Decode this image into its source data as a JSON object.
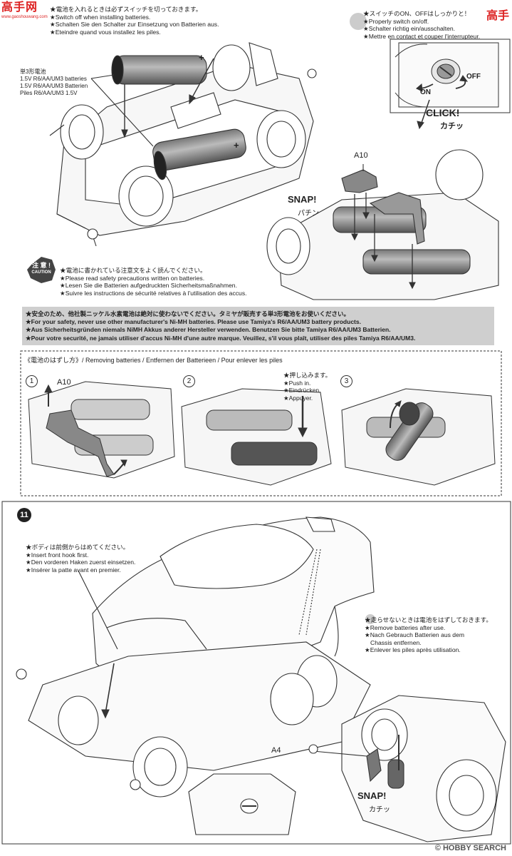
{
  "watermark": {
    "left_logo_text": "高手网",
    "left_logo_url": "www.gaoshouwang.com",
    "right_logo_text": "高手",
    "bottom_logo": "HOBBY SEARCH",
    "bottom_prefix": "© "
  },
  "install": {
    "notes": [
      "★電池を入れるときは必ずスイッチを切っておきます。",
      "★Switch off when installing batteries.",
      "★Schalten Sie den Schalter zur Einsetzung von Batterien aus.",
      "★Eteindre quand vous installez les piles."
    ],
    "battery_label": [
      "単3形電池",
      "1.5V R6/AA/UM3 batteries",
      "1.5V R6/AA/UM3 Batterien",
      "Piles R6/AA/UM3 1.5V"
    ],
    "plus": "+"
  },
  "switch": {
    "notes": [
      "★スイッチのON、OFFはしっかりと！",
      "★Properly switch on/off.",
      "★Schalter richtig ein/ausschalten.",
      "★Mettre en contact et couper l'interrupteur."
    ],
    "off": "OFF",
    "on": "ON",
    "click": "CLICK!",
    "click_jp": "カチッ"
  },
  "snap_top": {
    "part": "A10",
    "snap": "SNAP!",
    "snap_jp": "パチン"
  },
  "caution": {
    "badge_jp": "注 意 !",
    "badge_en": "CAUTION",
    "lines": [
      "★電池に書かれている注意文をよく読んでください。",
      "★Please read safety precautions written on batteries.",
      "★Lesen Sie die Batterien aufgedruckten Sicherheitsmaßnahmen.",
      "★Suivre les instructions de sécurité relatives à l'utilisation des accus."
    ]
  },
  "nimh_box": {
    "lines": [
      "★安全のため、他社製ニッケル水素電池は絶対に使わないでください。タミヤが販売する単3形電池をお使いください。",
      "★For your safety, never use other manufacturer's Ni-MH batteries. Please use Tamiya's R6/AA/UM3 battery products.",
      "★Aus Sicherheitsgründen niemals NiMH Akkus anderer Hersteller verwenden. Benutzen Sie bitte Tamiya R6/AA/UM3 Batterien.",
      "★Pour votre securité, ne jamais utiliser d'accus Ni-MH d'une autre marque. Veuillez, s'il vous plaît, utiliser des piles Tamiya R6/AA/UM3."
    ]
  },
  "removing": {
    "title": "《電池のはずし方》/ Removing batteries / Entfernen der Batterieen / Pour enlever les piles",
    "step1": "1",
    "step2": "2",
    "step3": "3",
    "part": "A10",
    "push_notes": [
      "★押し込みます。",
      "★Push in.",
      "★Eindrücken.",
      "★Appuyer."
    ]
  },
  "step11": {
    "number": "11",
    "body_notes": [
      "★ボディは前側からはめてください。",
      "★Insert front hook first.",
      "★Den vorderen Haken zuerst einsetzen.",
      "★Insérer la patte avant en premier."
    ],
    "remove_notes": [
      "★走らせないときは電池をはずしておきます。",
      "★Remove batteries after use.",
      "★Nach Gebrauch Batterien aus dem",
      "Chassis entfernen.",
      "★Enlever les piles après utilisation."
    ],
    "part": "A4",
    "snap": "SNAP!",
    "snap_jp": "カチッ"
  }
}
